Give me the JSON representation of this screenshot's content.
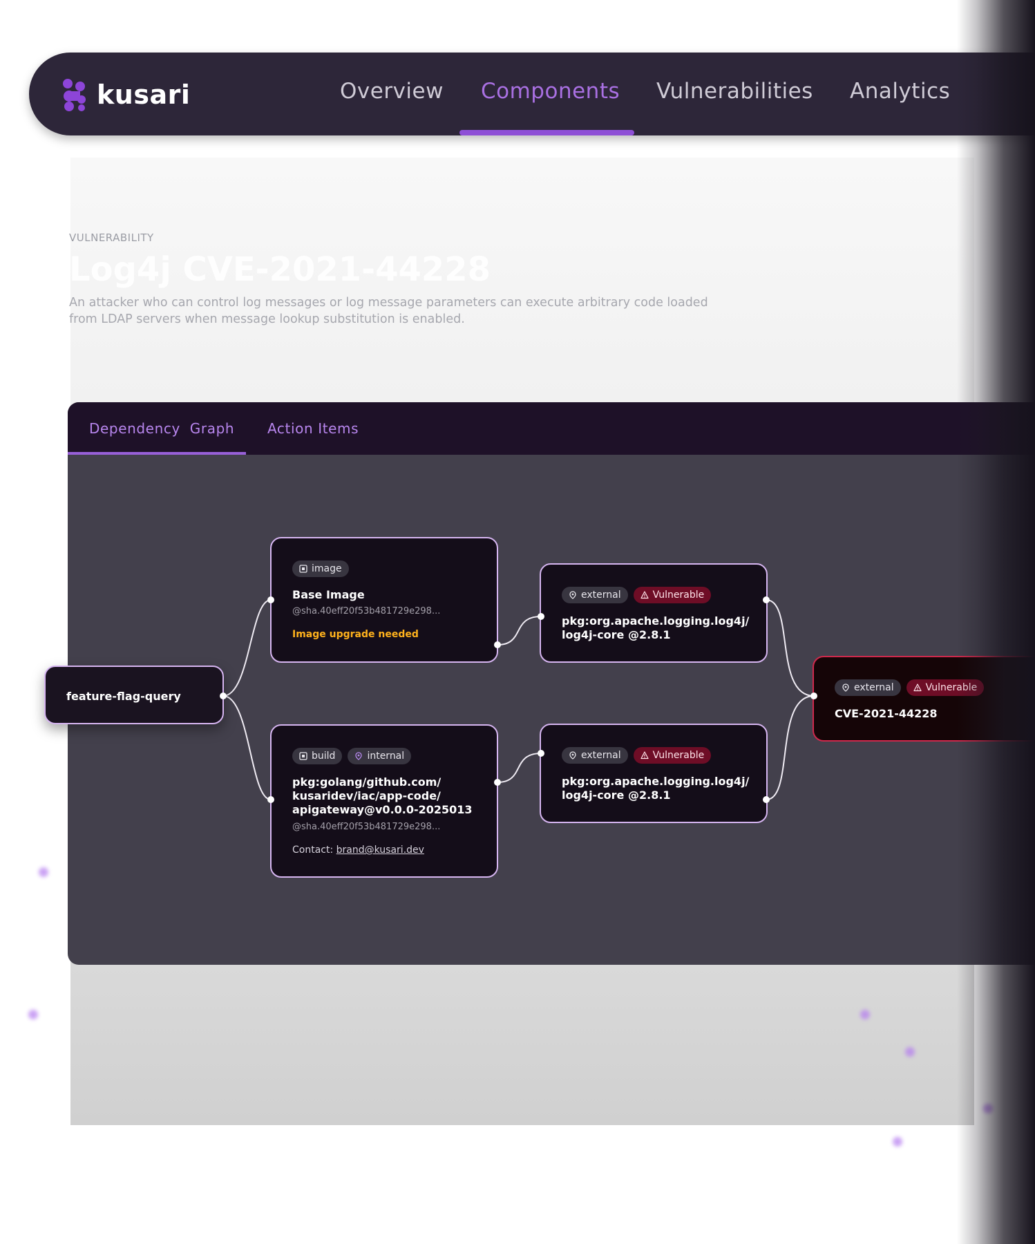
{
  "nav": {
    "brand": "kusari",
    "items": [
      "Overview",
      "Components",
      "Vulnerabilities",
      "Analytics"
    ],
    "active_index": 1,
    "accent": "#a970e2"
  },
  "header": {
    "eyebrow": "VULNERABILITY",
    "title": "Log4j CVE-2021-44228",
    "description": "An attacker who can control log messages or log message parameters can execute arbitrary code loaded from LDAP servers when message lookup substitution is enabled."
  },
  "tabs": {
    "items": [
      "Dependency  Graph",
      "Action Items"
    ],
    "active_index": 0
  },
  "graph": {
    "root": {
      "label": "feature-flag-query"
    },
    "base_image": {
      "badge": "image",
      "title": "Base Image",
      "hash": "@sha.40eff20f53b481729e298...",
      "warning": "Image upgrade needed",
      "warning_color": "#ffb21c"
    },
    "build": {
      "badges": [
        "build",
        "internal"
      ],
      "title_lines": [
        "pkg:golang/github.com/",
        "kusaridev/iac/app-code/",
        "apigateway@v0.0.0-2025013"
      ],
      "hash": "@sha.40eff20f53b481729e298...",
      "contact_label": "Contact:",
      "contact_email": "brand@kusari.dev"
    },
    "dep_top": {
      "badges": [
        "external",
        "Vulnerable"
      ],
      "title_lines": [
        "pkg:org.apache.logging.log4j/",
        "log4j-core @2.8.1"
      ]
    },
    "dep_bottom": {
      "badges": [
        "external",
        "Vulnerable"
      ],
      "title_lines": [
        "pkg:org.apache.logging.log4j/",
        "log4j-core @2.8.1"
      ]
    },
    "cve": {
      "badges": [
        "external",
        "Vulnerable"
      ],
      "title": "CVE-2021-44228",
      "border_color": "#d0294c"
    }
  },
  "icons": {
    "image_badge": "image-icon",
    "location_badge": "location-pin-icon",
    "vulnerable_badge": "warning-triangle-icon"
  }
}
